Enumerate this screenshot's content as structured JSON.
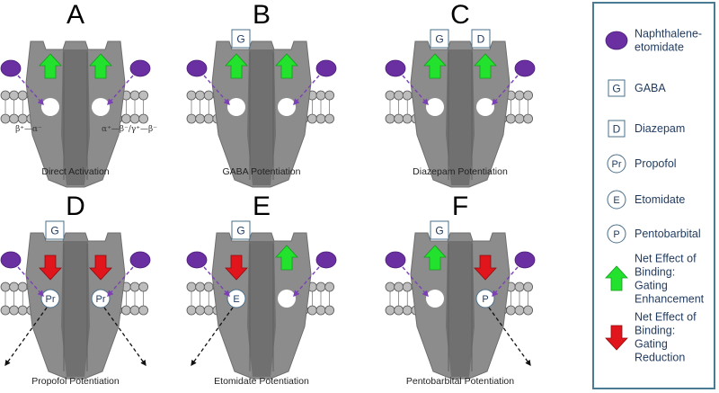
{
  "panels": [
    {
      "letter": "A",
      "caption": "Direct Activation",
      "left_label": "β⁺—α⁻",
      "right_label": "α⁺—β⁻/γ⁺—β⁻",
      "top_left": "",
      "top_right": "",
      "arrow_left": "up",
      "arrow_right": "up",
      "site_left": "",
      "site_right": "",
      "exit_left": false,
      "exit_right": false
    },
    {
      "letter": "B",
      "caption": "GABA Potentiation",
      "left_label": "",
      "right_label": "",
      "top_left": "G",
      "top_right": "",
      "arrow_left": "up",
      "arrow_right": "up",
      "site_left": "",
      "site_right": "",
      "exit_left": false,
      "exit_right": false
    },
    {
      "letter": "C",
      "caption": "Diazepam Potentiation",
      "left_label": "",
      "right_label": "",
      "top_left": "G",
      "top_right": "D",
      "arrow_left": "up",
      "arrow_right": "up",
      "site_left": "",
      "site_right": "",
      "exit_left": false,
      "exit_right": false
    },
    {
      "letter": "D",
      "caption": "Propofol Potentiation",
      "left_label": "",
      "right_label": "",
      "top_left": "G",
      "top_right": "",
      "arrow_left": "down",
      "arrow_right": "down",
      "site_left": "Pr",
      "site_right": "Pr",
      "exit_left": true,
      "exit_right": true
    },
    {
      "letter": "E",
      "caption": "Etomidate Potentiation",
      "left_label": "",
      "right_label": "",
      "top_left": "G",
      "top_right": "",
      "arrow_left": "down",
      "arrow_right": "up",
      "site_left": "E",
      "site_right": "",
      "exit_left": true,
      "exit_right": false
    },
    {
      "letter": "F",
      "caption": "Pentobarbital Potentiation",
      "left_label": "",
      "right_label": "",
      "top_left": "G",
      "top_right": "",
      "arrow_left": "up",
      "arrow_right": "down",
      "site_left": "",
      "site_right": "P",
      "exit_left": false,
      "exit_right": true
    }
  ],
  "legend": {
    "items": [
      {
        "kind": "ellipse",
        "symbol": "",
        "lines": [
          "Naphthalene-",
          "etomidate"
        ]
      },
      {
        "kind": "box",
        "symbol": "G",
        "lines": [
          "GABA"
        ]
      },
      {
        "kind": "box",
        "symbol": "D",
        "lines": [
          "Diazepam"
        ]
      },
      {
        "kind": "circle",
        "symbol": "Pr",
        "lines": [
          "Propofol"
        ]
      },
      {
        "kind": "circle",
        "symbol": "E",
        "lines": [
          "Etomidate"
        ]
      },
      {
        "kind": "circle",
        "symbol": "P",
        "lines": [
          "Pentobarbital"
        ]
      },
      {
        "kind": "up-arrow",
        "symbol": "",
        "lines": [
          "Net Effect of",
          "Binding:",
          "Gating",
          "Enhancement"
        ]
      },
      {
        "kind": "down-arrow",
        "symbol": "",
        "lines": [
          "Net Effect of",
          "Binding:",
          "Gating",
          "Reduction"
        ]
      }
    ]
  },
  "colors": {
    "receptor": "#8c8c8c",
    "receptor_dark": "#707070",
    "receptor_edge": "#6e6e6e",
    "lipid_head": "#bdbdbd",
    "ligand": "#6a2fa0",
    "ligand_arrow": "#7b3fb6",
    "enhance": "#22e22e",
    "reduce": "#e0161c",
    "legend_border": "#4a7b95",
    "box_border": "#4a6f8a"
  }
}
